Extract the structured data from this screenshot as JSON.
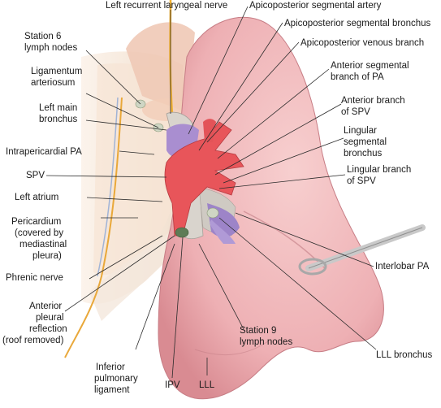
{
  "labels": {
    "left_recurrent_laryngeal_nerve": "Left recurrent laryngeal nerve",
    "apicoposterior_segmental_artery": "Apicoposterior segmental artery",
    "apicoposterior_segmental_bronchus": "Apicoposterior segmental bronchus",
    "apicoposterior_venous_branch": "Apicoposterior venous branch",
    "anterior_segmental_branch_of_pa": [
      "Anterior segmental",
      "branch of PA"
    ],
    "anterior_branch_of_spv": [
      "Anterior branch",
      "of SPV"
    ],
    "lingular_segmental_bronchus": [
      "Lingular",
      "segmental",
      "bronchus"
    ],
    "lingular_branch_of_spv": [
      "Lingular branch",
      "of SPV"
    ],
    "station_6_lymph_nodes": [
      "Station 6",
      "lymph nodes"
    ],
    "ligamentum_arteriosum": [
      "Ligamentum",
      "arteriosum"
    ],
    "left_main_bronchus": [
      "Left main",
      "bronchus"
    ],
    "intrapericardial_pa": "Intrapericardial PA",
    "spv": "SPV",
    "left_atrium": "Left atrium",
    "pericardium": [
      "Pericardium",
      "(covered by",
      "mediastinal",
      "pleura)"
    ],
    "phrenic_nerve": "Phrenic nerve",
    "anterior_pleural_reflection": [
      "Anterior",
      "pleural",
      "reflection",
      "(roof removed)"
    ],
    "inferior_pulmonary_ligament": [
      "Inferior",
      "pulmonary",
      "ligament"
    ],
    "ipv": "IPV",
    "lll": "LLL",
    "station_9_lymph_nodes": [
      "Station 9",
      "lymph nodes"
    ],
    "lll_bronchus": "LLL bronchus",
    "interlobar_pa": "Interlobar PA"
  },
  "colors": {
    "lung": "#eeb3b6",
    "lung_shadow": "#d98b92",
    "artery": "#e8555a",
    "vein": "#a98ed0",
    "bronchus": "#d6d2cc",
    "pleura": "#f3e3d2",
    "nerve": "#f2b233"
  }
}
